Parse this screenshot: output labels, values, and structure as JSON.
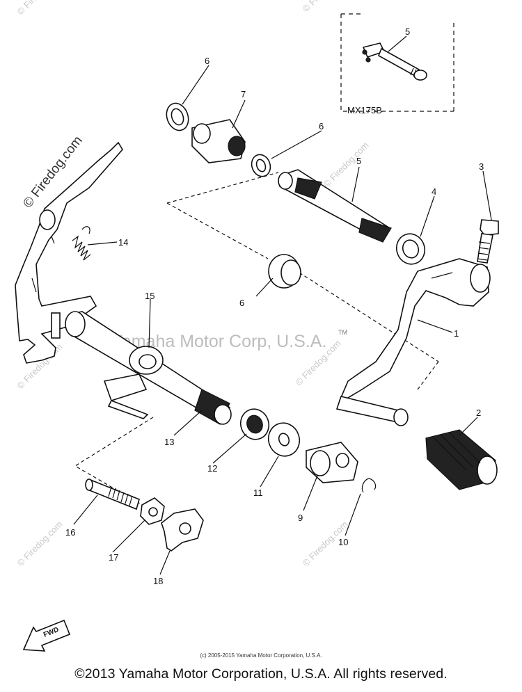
{
  "diagram": {
    "inset_label": "MX175B",
    "callouts": [
      {
        "id": "c1",
        "text": "1"
      },
      {
        "id": "c2",
        "text": "2"
      },
      {
        "id": "c3",
        "text": "3"
      },
      {
        "id": "c4",
        "text": "4"
      },
      {
        "id": "c5a",
        "text": "5"
      },
      {
        "id": "c5b",
        "text": "5"
      },
      {
        "id": "c6a",
        "text": "6"
      },
      {
        "id": "c6b",
        "text": "6"
      },
      {
        "id": "c6c",
        "text": "6"
      },
      {
        "id": "c7",
        "text": "7"
      },
      {
        "id": "c9",
        "text": "9"
      },
      {
        "id": "c10",
        "text": "10"
      },
      {
        "id": "c11",
        "text": "11"
      },
      {
        "id": "c12",
        "text": "12"
      },
      {
        "id": "c13",
        "text": "13"
      },
      {
        "id": "c14",
        "text": "14"
      },
      {
        "id": "c15",
        "text": "15"
      },
      {
        "id": "c16",
        "text": "16"
      },
      {
        "id": "c17",
        "text": "17"
      },
      {
        "id": "c18",
        "text": "18"
      }
    ],
    "fwd_label": "FWD",
    "watermark_brand": "© Firedog.com",
    "watermark_center": "Yamaha Motor Corp, U.S.A.",
    "trademark": "TM"
  },
  "footer": {
    "small_credit": "(c) 2005-2015 Yamaha Motor Corporation, U.S.A.",
    "main_credit": "©2013 Yamaha Motor Corporation, U.S.A. All rights reserved."
  }
}
